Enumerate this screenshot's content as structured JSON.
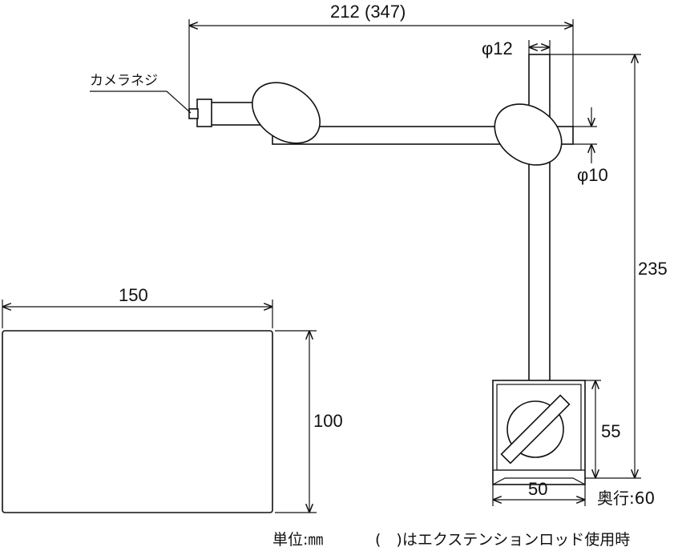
{
  "dimensions": {
    "arm_length": "212",
    "arm_length_extended": "(347)",
    "pole_diameter": "φ12",
    "arm_diameter": "φ10",
    "total_height": "235",
    "plate_width": "150",
    "plate_height": "100",
    "base_height": "55",
    "base_width": "50",
    "base_depth": "奥行:60"
  },
  "labels": {
    "camera_screw": "カメラネジ"
  },
  "notes": {
    "unit": "単位:㎜",
    "extension_note": "(　)はエクステンションロッド使用時"
  }
}
